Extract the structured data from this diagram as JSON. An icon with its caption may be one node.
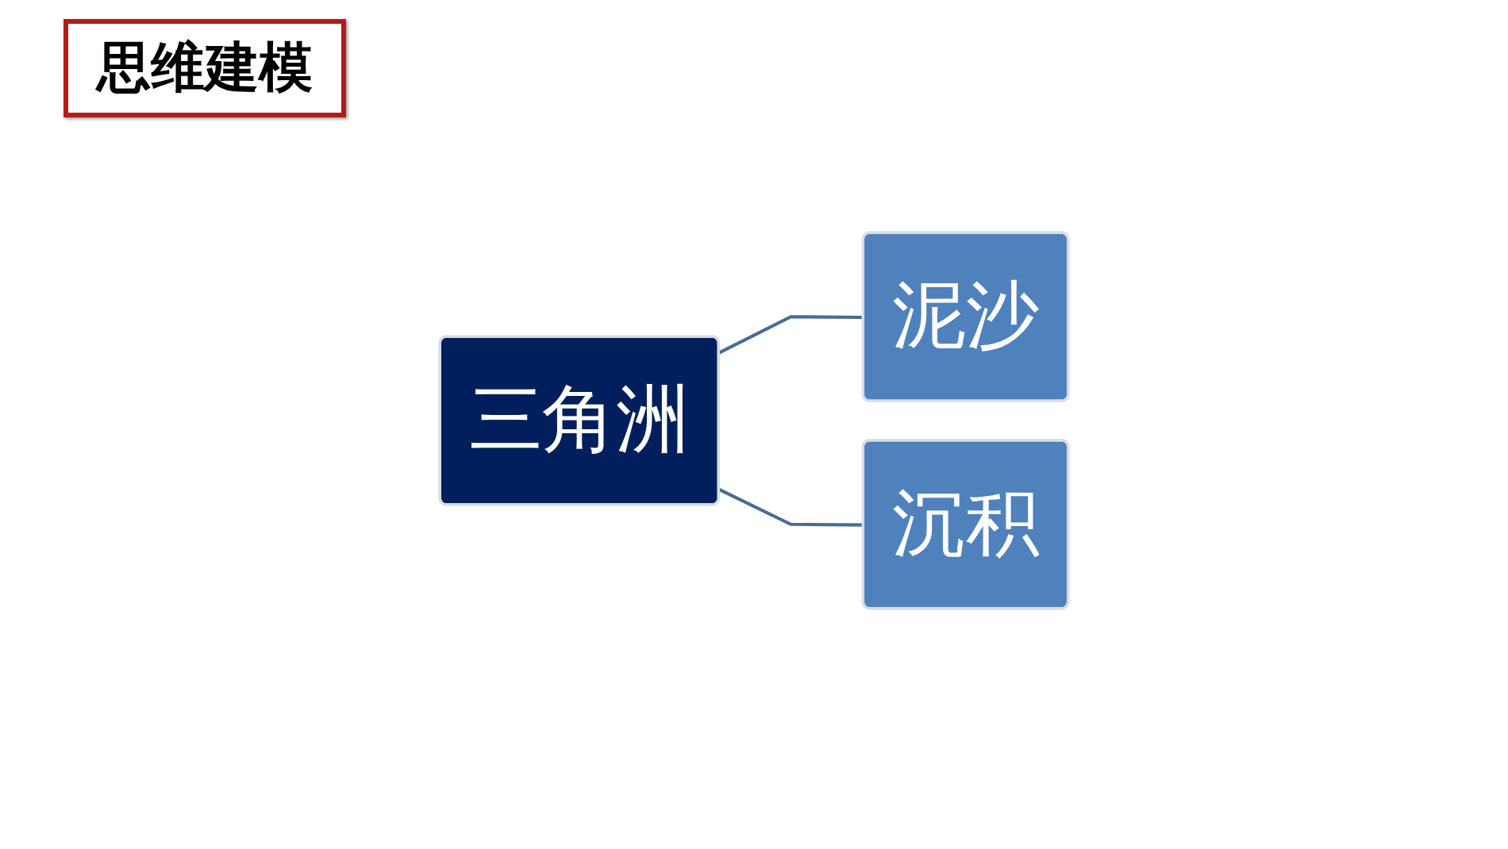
{
  "diagram": {
    "title": "思维建模",
    "nodes": [
      {
        "text": [
          "三角洲"
        ]
      },
      {
        "text": [
          "泥沙"
        ]
      },
      {
        "text": [
          "沉积"
        ]
      }
    ],
    "edges": [
      {
        "from": 0,
        "to": 1,
        "arrow": "none"
      },
      {
        "from": 0,
        "to": 2,
        "arrow": "none"
      }
    ]
  }
}
